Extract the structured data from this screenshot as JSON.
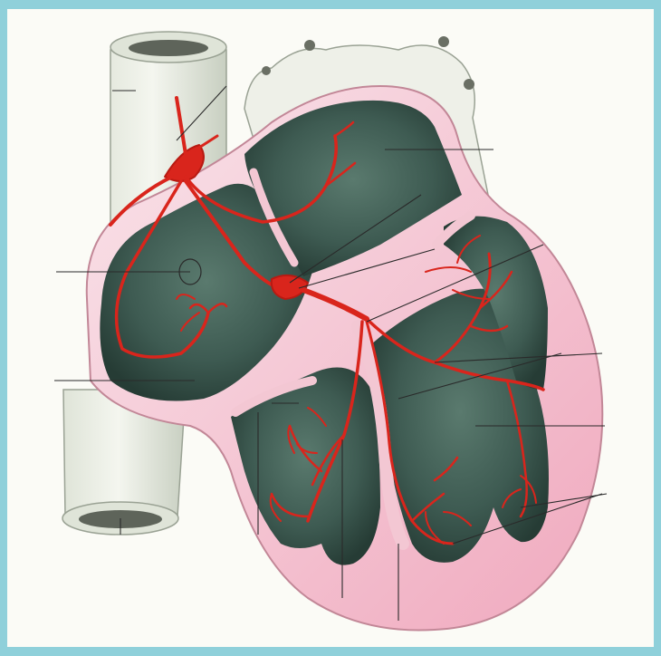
{
  "figure": {
    "subject": "heart-conduction-system",
    "colors": {
      "frame": "#8fd0da",
      "paper": "#fbfbf6",
      "vessel": "#e9ece3",
      "vessel_shadow": "#c9cfc2",
      "wall_pink": "#f4b8c8",
      "wall_light": "#f9e4ea",
      "chamber_green": "#3e5b52",
      "chamber_dark": "#2b433c",
      "conduction_red": "#d9251c",
      "leader_line": "#2a2a2a"
    },
    "icons": [
      "sinoatrial-node",
      "atrioventricular-node",
      "bundle-of-his",
      "purkinje-fibers"
    ]
  }
}
